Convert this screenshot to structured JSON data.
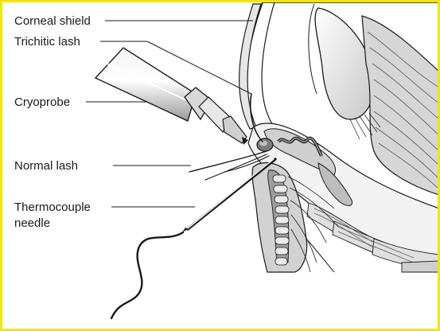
{
  "figure": {
    "labels": {
      "corneal_shield": "Corneal shield",
      "trichitic_lash": "Trichitic lash",
      "cryoprobe": "Cryoprobe",
      "normal_lash": "Normal lash",
      "thermocouple_line1": "Thermocouple",
      "thermocouple_line2": "needle"
    },
    "colors": {
      "border": "#f2e600",
      "ink": "#1a1a1a",
      "light_fill": "#e6e6e6",
      "mid_fill": "#bdbdbd",
      "dark_fill": "#7a7a7a"
    }
  }
}
